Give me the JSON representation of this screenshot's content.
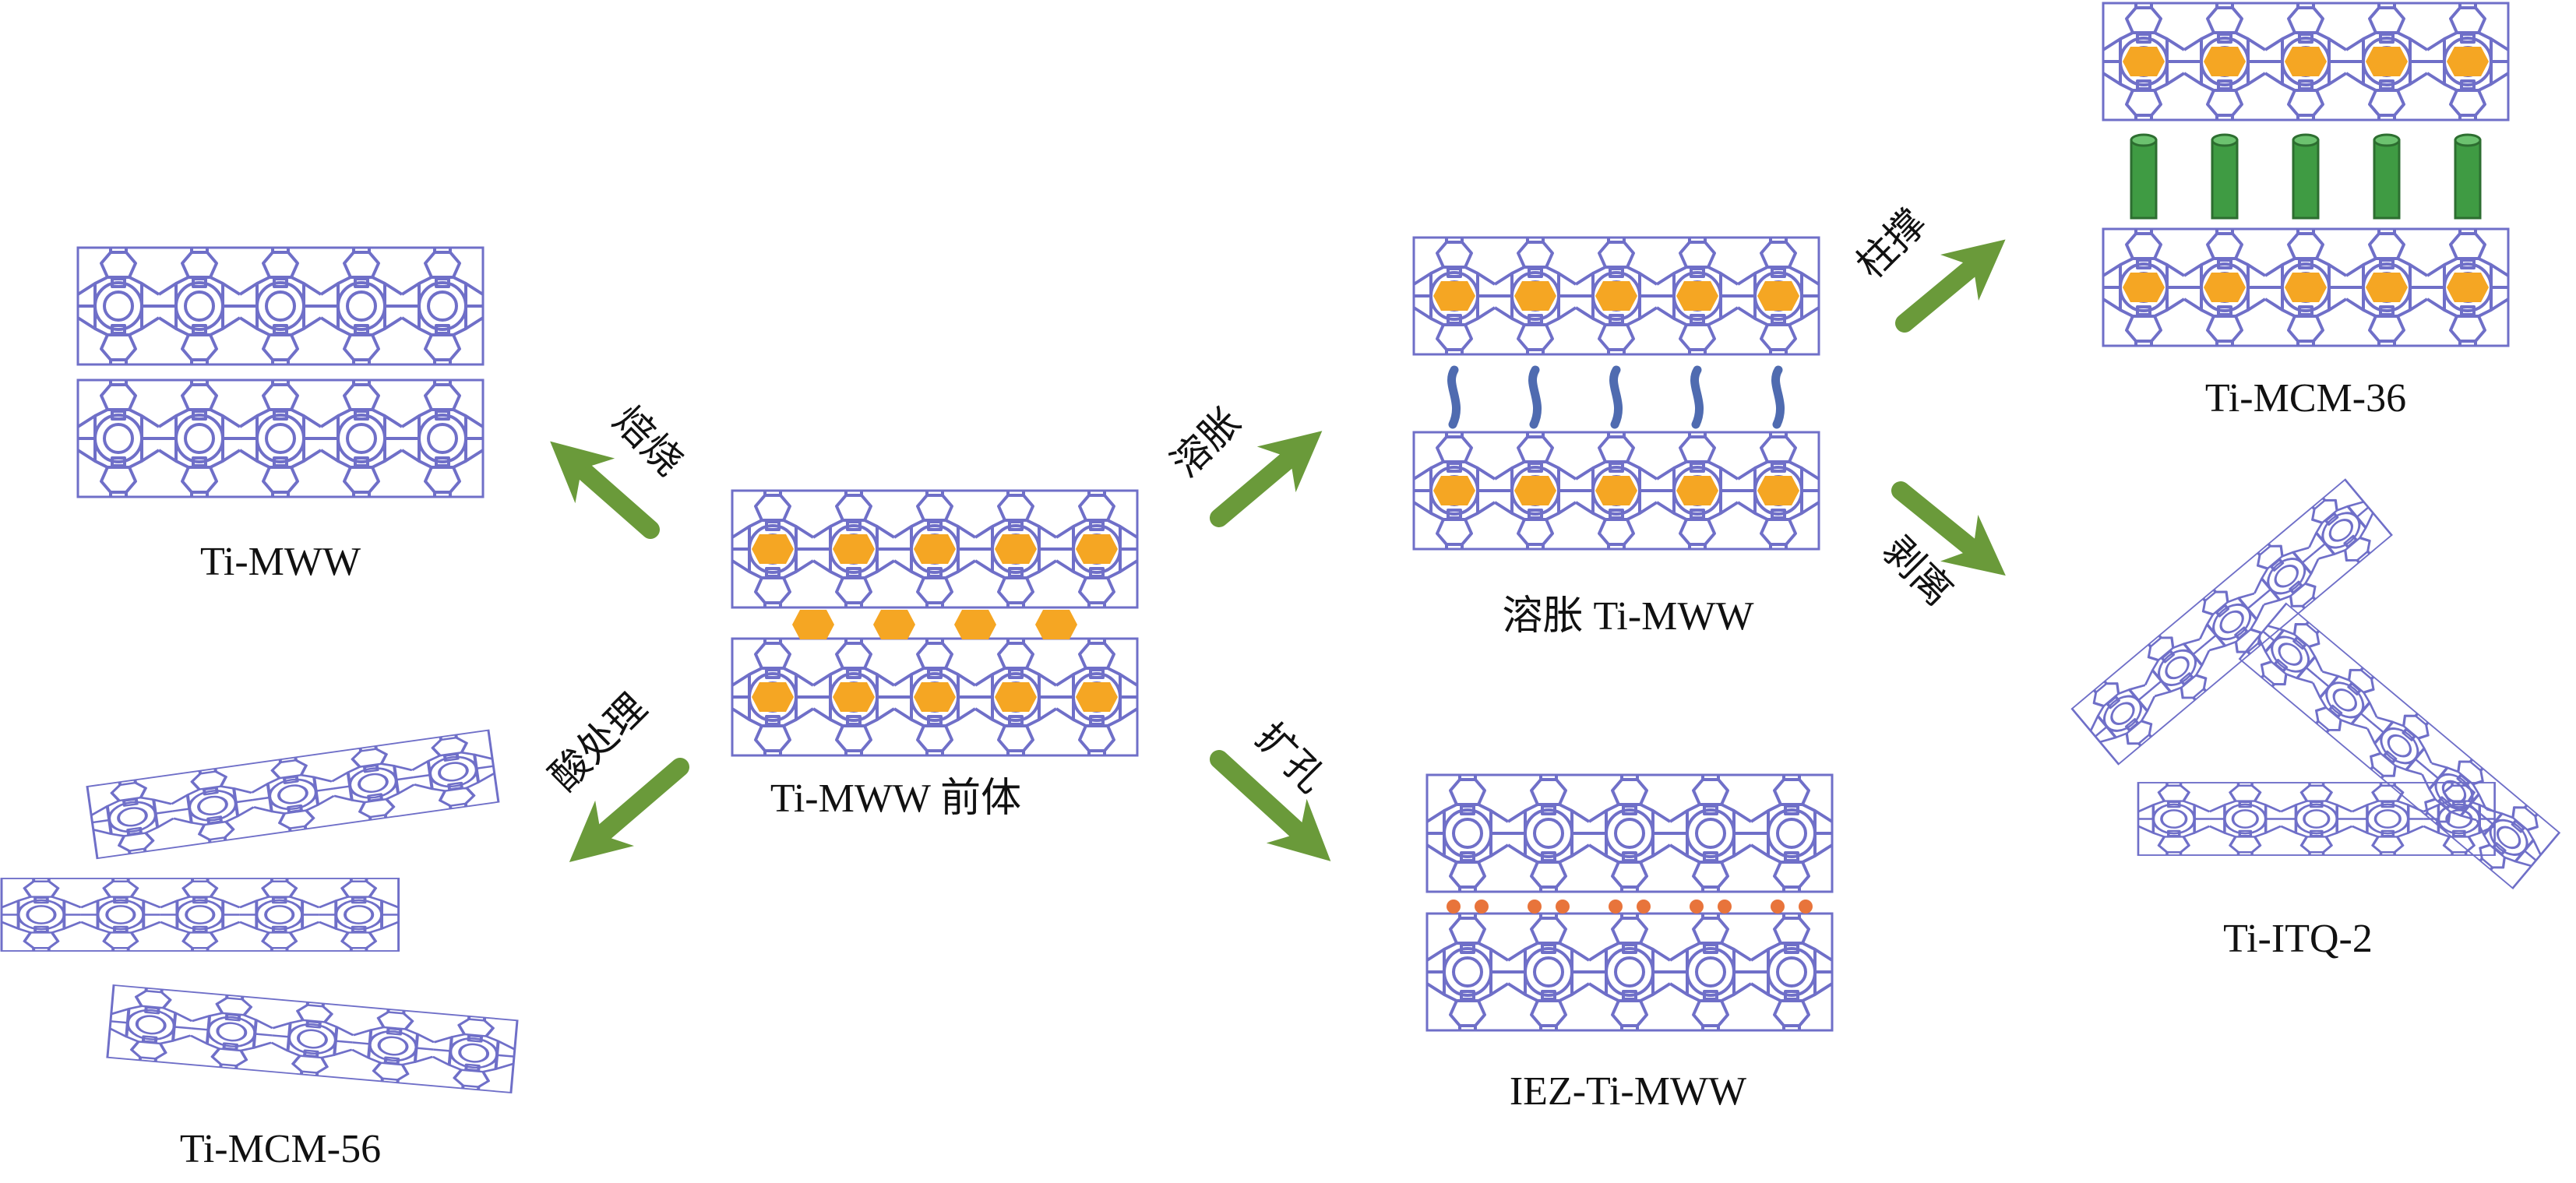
{
  "labels": {
    "center": "Ti-MWW 前体",
    "calcined": "Ti-MWW",
    "acid_treated": "Ti-MCM-56",
    "swollen": "溶胀 Ti-MWW",
    "pore_expanded": "IEZ-Ti-MWW",
    "pillared": "Ti-MCM-36",
    "delaminated": "Ti-ITQ-2"
  },
  "arrows": {
    "calcination": "焙烧",
    "acid_treatment": "酸处理",
    "swelling": "溶胀",
    "pore_expansion": "扩孔",
    "pillaring": "柱撑",
    "delamination": "剥离"
  },
  "colors": {
    "framework": "#6f6fc8",
    "template": "#f5a623",
    "pillar": "#3f9b43",
    "surfactant": "#4f6bb0",
    "silylation": "#e8743b",
    "arrow": "#6a9a3a",
    "text": "#111111"
  }
}
